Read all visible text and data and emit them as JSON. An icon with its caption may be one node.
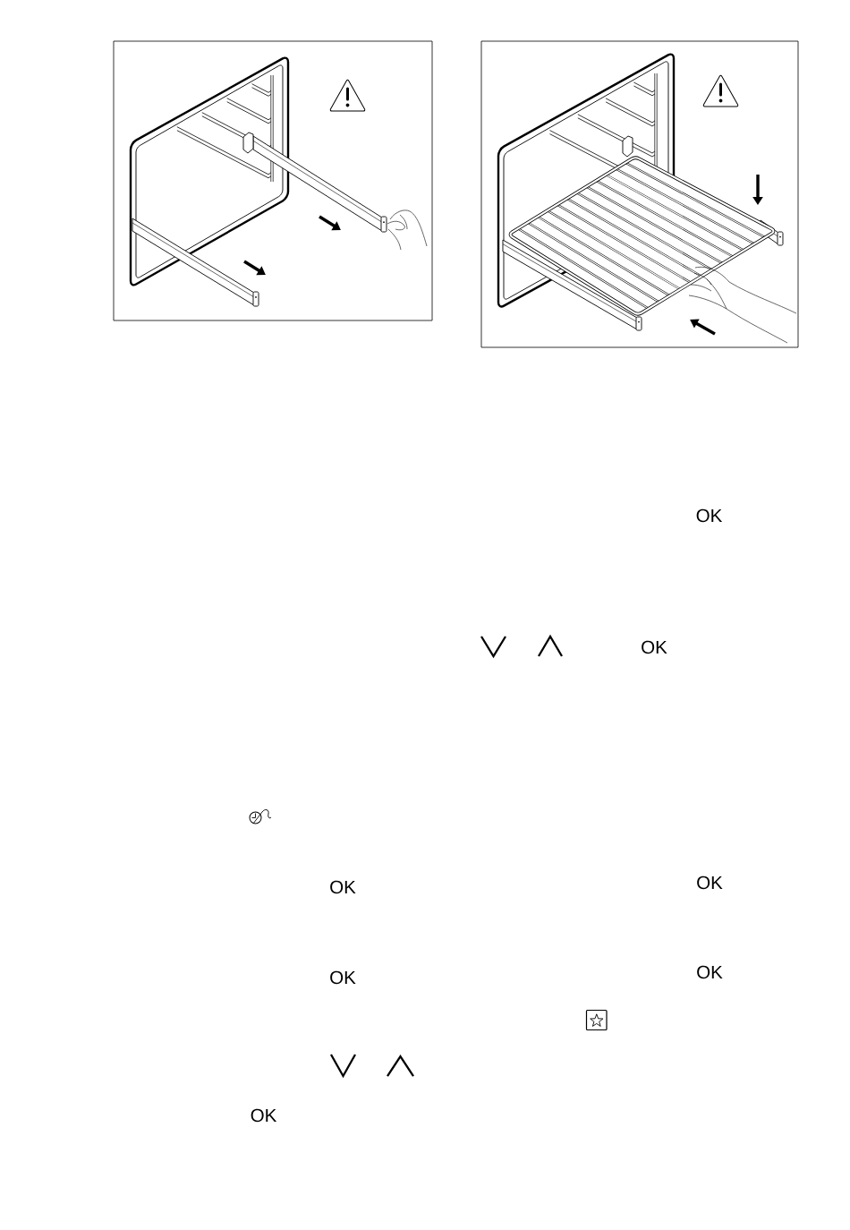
{
  "diagram": {
    "labels": [
      "OK",
      "OK",
      "OK",
      "OK",
      "OK",
      "OK",
      "OK"
    ]
  }
}
